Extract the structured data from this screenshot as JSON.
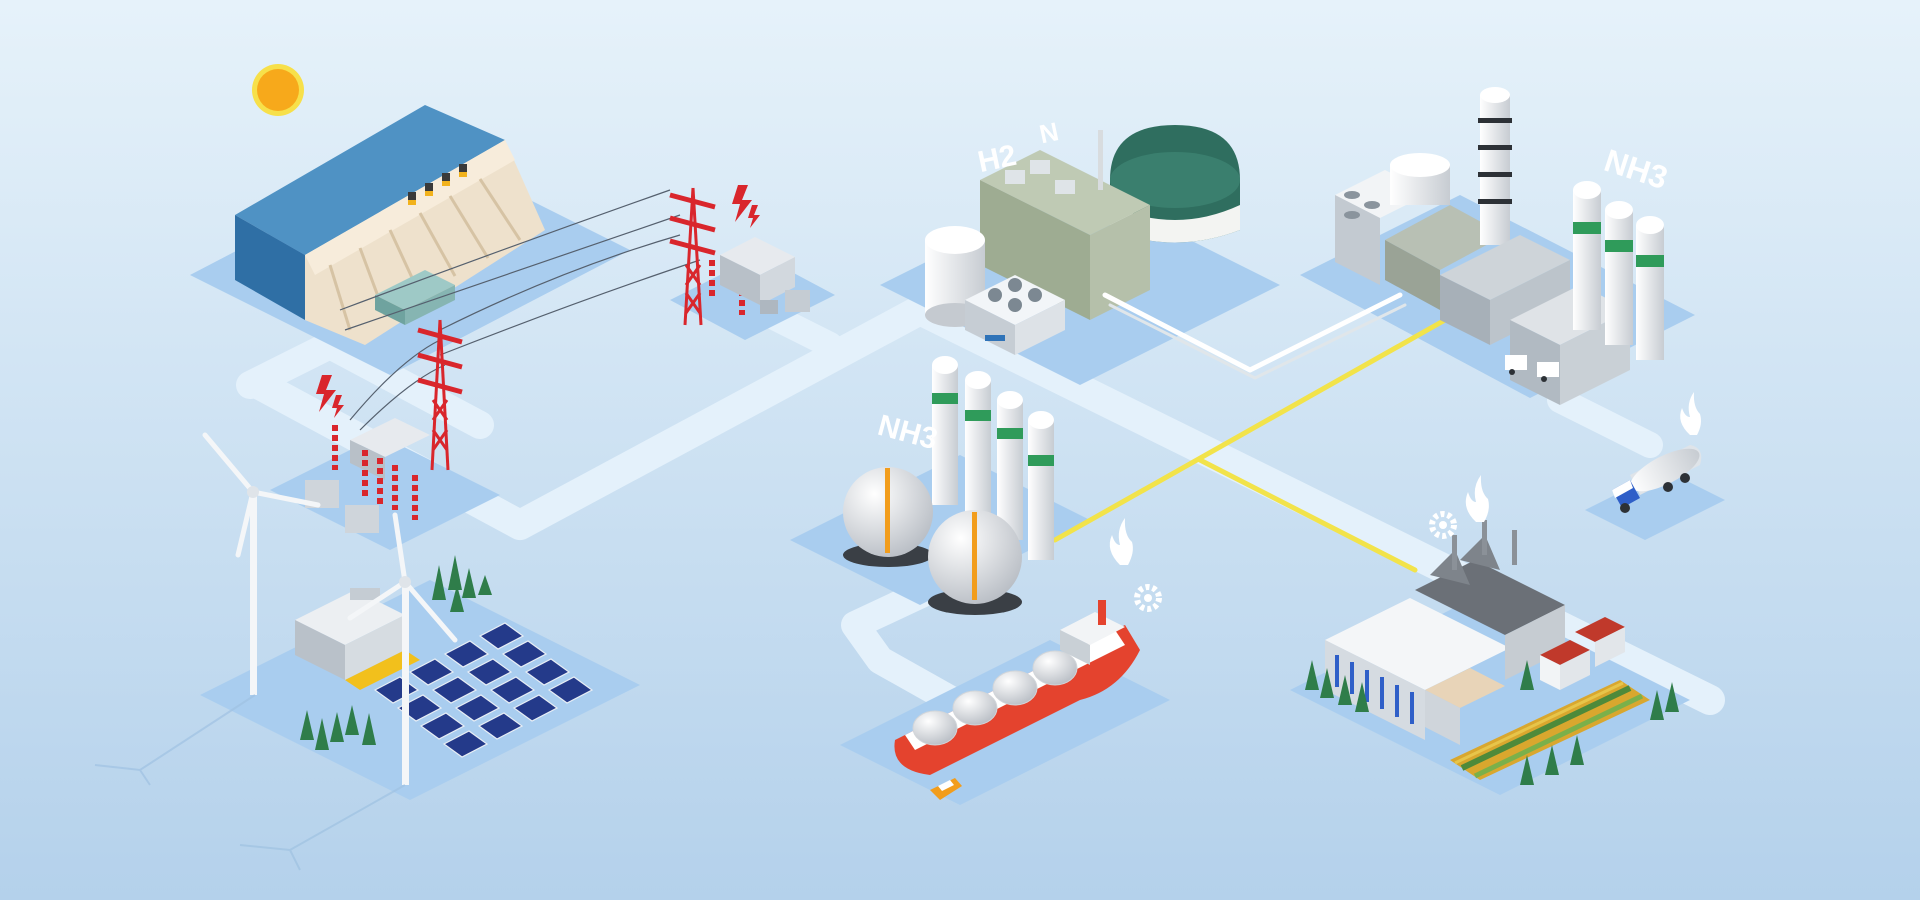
{
  "labels": {
    "hydrogen": "H2",
    "nitrogen": "N",
    "ammonia_plant": "NH3",
    "ammonia_storage": "NH3"
  },
  "colors": {
    "background_top": "#e3f0f9",
    "background_bottom": "#b7d3ec",
    "platform": "#a9cdef",
    "road": "#e4f1fb",
    "pipeline": "#f2e34a",
    "tower_red": "#d9262c",
    "stripe_green": "#2f9b5a",
    "ship_hull": "#e4432e",
    "sun": "#f7a91b",
    "dome_green": "#2f6e5f"
  },
  "icons": [
    "sun-icon",
    "lightning-icon",
    "flame-icon",
    "gear-icon"
  ]
}
